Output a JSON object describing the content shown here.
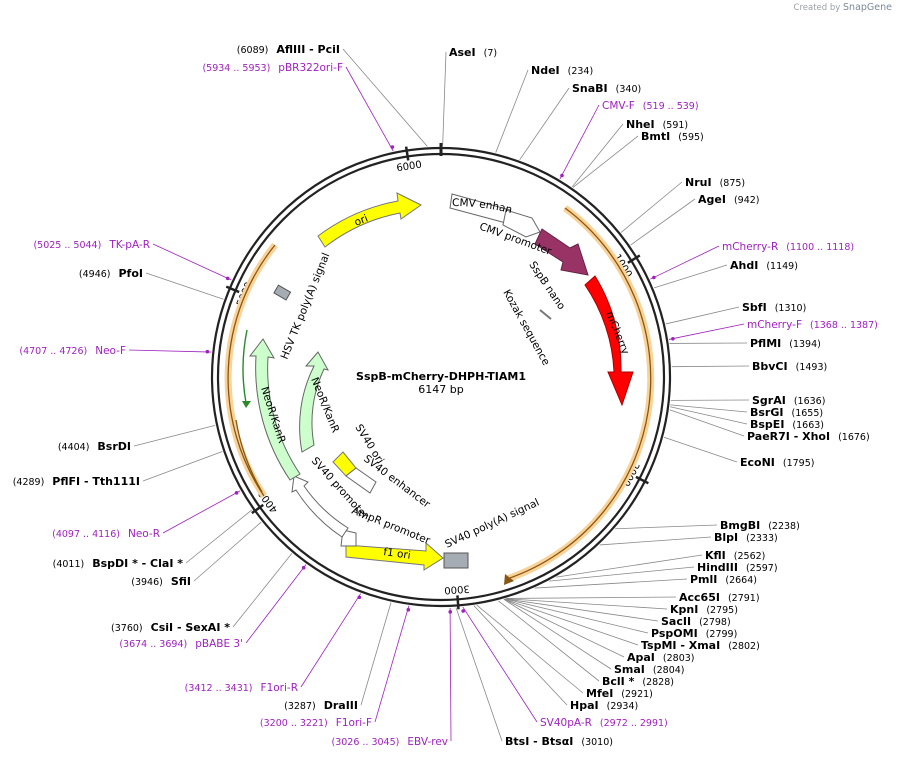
{
  "credit": {
    "prefix": "Created by",
    "brand": "SnapGene"
  },
  "plasmid": {
    "name": "SspB-mCherry-DHPH-TIAM1",
    "length_label": "6147 bp",
    "length": 6147
  },
  "ruler": [
    "1000",
    "2000",
    "3000",
    "4000",
    "5000",
    "6000"
  ],
  "sites": [
    {
      "name": "AflIII  - PciI",
      "pos": "(6089)"
    },
    {
      "name": "AseI",
      "pos": "(7)"
    },
    {
      "name": "NdeI",
      "pos": "(234)"
    },
    {
      "name": "SnaBI",
      "pos": "(340)"
    },
    {
      "name": "NheI",
      "pos": "(591)"
    },
    {
      "name": "BmtI",
      "pos": "(595)"
    },
    {
      "name": "NruI",
      "pos": "(875)"
    },
    {
      "name": "AgeI",
      "pos": "(942)"
    },
    {
      "name": "AhdI",
      "pos": "(1149)"
    },
    {
      "name": "SbfI",
      "pos": "(1310)"
    },
    {
      "name": "PflMI",
      "pos": "(1394)"
    },
    {
      "name": "BbvCI",
      "pos": "(1493)"
    },
    {
      "name": "SgrAI",
      "pos": "(1636)"
    },
    {
      "name": "BsrGI",
      "pos": "(1655)"
    },
    {
      "name": "BspEI",
      "pos": "(1663)"
    },
    {
      "name": "PaeR7I  - XhoI",
      "pos": "(1676)"
    },
    {
      "name": "EcoNI",
      "pos": "(1795)"
    },
    {
      "name": "BmgBI",
      "pos": "(2238)"
    },
    {
      "name": "BlpI",
      "pos": "(2333)"
    },
    {
      "name": "KflI",
      "pos": "(2562)"
    },
    {
      "name": "HindIII",
      "pos": "(2597)"
    },
    {
      "name": "PmlI",
      "pos": "(2664)"
    },
    {
      "name": "Acc65I",
      "pos": "(2791)"
    },
    {
      "name": "KpnI",
      "pos": "(2795)"
    },
    {
      "name": "SacII",
      "pos": "(2798)"
    },
    {
      "name": "PspOMI",
      "pos": "(2799)"
    },
    {
      "name": "TspMI  - XmaI",
      "pos": "(2802)"
    },
    {
      "name": "ApaI",
      "pos": "(2803)"
    },
    {
      "name": "SmaI",
      "pos": "(2804)"
    },
    {
      "name": "BclI *",
      "pos": "(2828)"
    },
    {
      "name": "MfeI",
      "pos": "(2921)"
    },
    {
      "name": "HpaI",
      "pos": "(2934)"
    },
    {
      "name": "BtsI  - BtsαI",
      "pos": "(3010)"
    },
    {
      "name": "DraIII",
      "pos": "(3287)"
    },
    {
      "name": "CsiI  - SexAI *",
      "pos": "(3760)"
    },
    {
      "name": "SfiI",
      "pos": "(3946)"
    },
    {
      "name": "BspDI *  - ClaI *",
      "pos": "(4011)"
    },
    {
      "name": "PflFI  - Tth111I",
      "pos": "(4289)"
    },
    {
      "name": "BsrDI",
      "pos": "(4404)"
    },
    {
      "name": "PfoI",
      "pos": "(4946)"
    }
  ],
  "primers": [
    {
      "name": "pBR322ori-F",
      "range": "(5934 .. 5953)"
    },
    {
      "name": "CMV-F",
      "range": "(519 .. 539)"
    },
    {
      "name": "mCherry-R",
      "range": "(1100 .. 1118)"
    },
    {
      "name": "mCherry-F",
      "range": "(1368 .. 1387)"
    },
    {
      "name": "SV40pA-R",
      "range": "(2972 .. 2991)"
    },
    {
      "name": "EBV-rev",
      "range": "(3026 .. 3045)"
    },
    {
      "name": "F1ori-F",
      "range": "(3200 .. 3221)"
    },
    {
      "name": "F1ori-R",
      "range": "(3412 .. 3431)"
    },
    {
      "name": "pBABE 3'",
      "range": "(3674 .. 3694)"
    },
    {
      "name": "Neo-R",
      "range": "(4097 .. 4116)"
    },
    {
      "name": "Neo-F",
      "range": "(4707 .. 4726)"
    },
    {
      "name": "TK-pA-R",
      "range": "(5025 .. 5044)"
    }
  ],
  "features": [
    {
      "name": "CMV enhancer",
      "color": "#ffffff"
    },
    {
      "name": "CMV promoter",
      "color": "#ffffff"
    },
    {
      "name": "SspB nano",
      "color": "#993366"
    },
    {
      "name": "Kozak sequence",
      "color": "#999999"
    },
    {
      "name": "mCherry",
      "color": "#ff0000"
    },
    {
      "name": "SV40 poly(A) signal",
      "color": "#a6acb3"
    },
    {
      "name": "f1 ori",
      "color": "#ffff00"
    },
    {
      "name": "AmpR promoter",
      "color": "#ffffff"
    },
    {
      "name": "SV40 promoter",
      "color": "#ffffff"
    },
    {
      "name": "SV40 ori",
      "color": "#ffff00"
    },
    {
      "name": "SV40 enhancer",
      "color": "#ffffff"
    },
    {
      "name": "NeoR/KanR",
      "color": "#ccffcc"
    },
    {
      "name": "HSV TK poly(A) signal",
      "color": "#a6acb3"
    },
    {
      "name": "ori",
      "color": "#ffff00"
    }
  ],
  "colors": {
    "primer": "#a020c0",
    "orf_glow": "#f5c070",
    "orf_line": "#7a4a10",
    "backbone": "#222222"
  }
}
